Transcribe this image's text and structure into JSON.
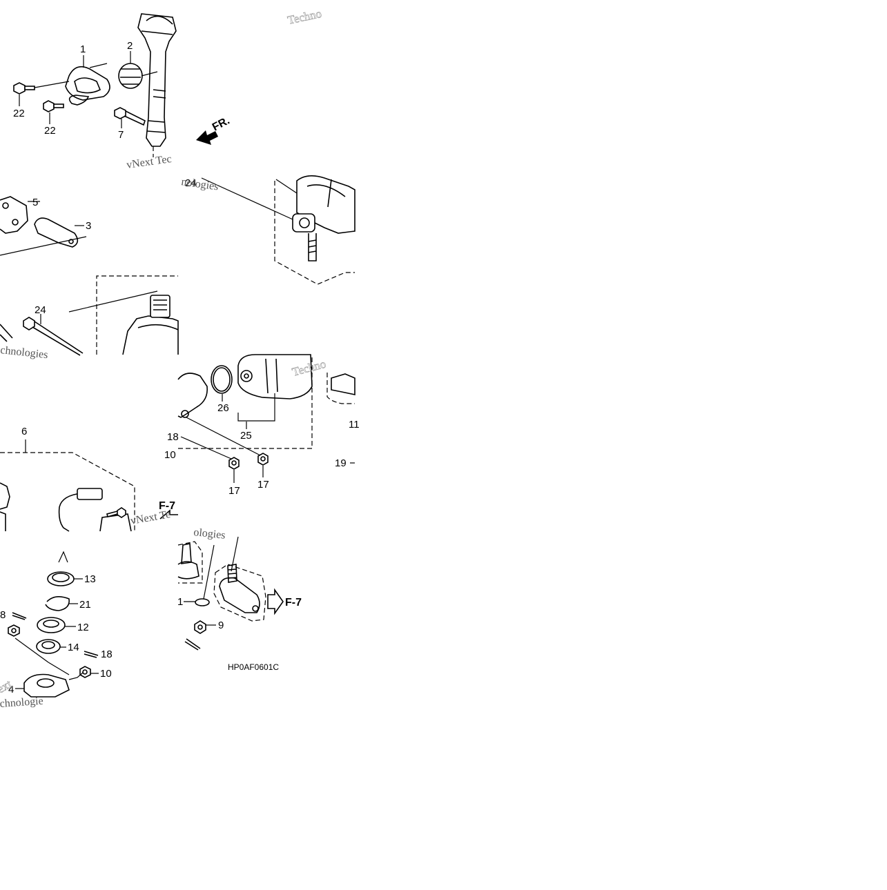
{
  "diagram": {
    "code": "HP0AF0601C",
    "front_arrow": "FR.",
    "ref_arrows": [
      "F-7",
      "F-7"
    ],
    "watermarks": [
      "Techno",
      "vNext Tec",
      "nologies",
      "chnologies",
      "Techno",
      "vNext Te",
      "ologies",
      "ext",
      "chnologie"
    ],
    "callouts": [
      {
        "id": "c1",
        "text": "1"
      },
      {
        "id": "c2",
        "text": "2"
      },
      {
        "id": "c22a",
        "text": "22"
      },
      {
        "id": "c22b",
        "text": "22"
      },
      {
        "id": "c7",
        "text": "7"
      },
      {
        "id": "c24a",
        "text": "24"
      },
      {
        "id": "c5",
        "text": "5"
      },
      {
        "id": "c3",
        "text": "3"
      },
      {
        "id": "c24b",
        "text": "24"
      },
      {
        "id": "c26",
        "text": "26"
      },
      {
        "id": "c25",
        "text": "25"
      },
      {
        "id": "c11",
        "text": "11"
      },
      {
        "id": "c18a",
        "text": "18"
      },
      {
        "id": "c10a",
        "text": "10"
      },
      {
        "id": "c17a",
        "text": "17"
      },
      {
        "id": "c17b",
        "text": "17"
      },
      {
        "id": "c19",
        "text": "19"
      },
      {
        "id": "c6",
        "text": "6"
      },
      {
        "id": "c13",
        "text": "13"
      },
      {
        "id": "c21",
        "text": "21"
      },
      {
        "id": "c8",
        "text": "8"
      },
      {
        "id": "c12",
        "text": "12"
      },
      {
        "id": "c14",
        "text": "14"
      },
      {
        "id": "c18b",
        "text": "18"
      },
      {
        "id": "c10b",
        "text": "10"
      },
      {
        "id": "c4",
        "text": "4"
      },
      {
        "id": "c1b",
        "text": "1"
      },
      {
        "id": "c9",
        "text": "9"
      }
    ]
  }
}
